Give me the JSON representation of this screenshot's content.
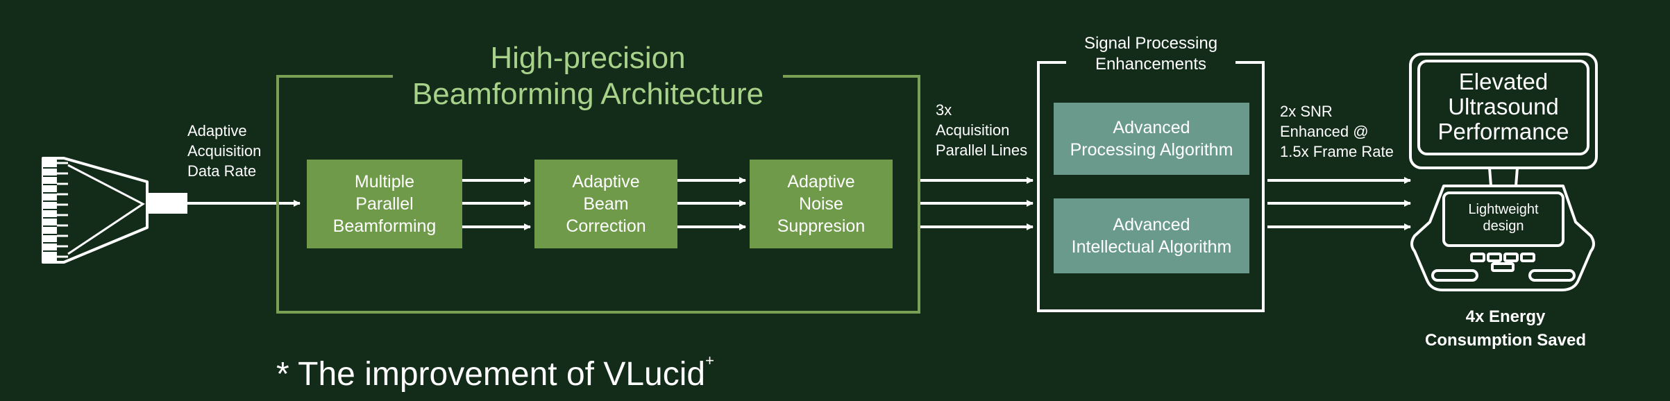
{
  "input_label": [
    "Adaptive",
    "Acquisition",
    "Data Rate"
  ],
  "architecture": {
    "title": [
      "High-precision",
      "Beamforming Architecture"
    ],
    "blocks": [
      [
        "Multiple",
        "Parallel",
        "Beamforming"
      ],
      [
        "Adaptive",
        "Beam",
        "Correction"
      ],
      [
        "Adaptive",
        "Noise",
        "Suppresion"
      ]
    ]
  },
  "mid_label": [
    "3x",
    "Acquisition",
    "Parallel Lines"
  ],
  "signal_processing": {
    "title": [
      "Signal Processing",
      "Enhancements"
    ],
    "blocks": [
      [
        "Advanced",
        "Processing Algorithm"
      ],
      [
        "Advanced",
        "Intellectual Algorithm"
      ]
    ]
  },
  "output_label": [
    "2x SNR",
    "Enhanced @",
    "1.5x Frame Rate"
  ],
  "device": {
    "screen_text": [
      "Elevated",
      "Ultrasound",
      "Performance"
    ],
    "tablet_text": [
      "Lightweight",
      "design"
    ],
    "caption": [
      "4x Energy",
      "Consumption Saved"
    ]
  },
  "footnote": {
    "text": "* The improvement of VLucid",
    "sup": "+"
  },
  "colors": {
    "background": "#132b19",
    "arch_frame": "#7aa055",
    "arch_title": "#a8d28a",
    "green_block": "#6f9a4a",
    "teal_block": "#6a9a8c",
    "line": "#ffffff"
  },
  "icons": [
    "ultrasound-probe-icon",
    "ultrasound-machine-icon"
  ]
}
